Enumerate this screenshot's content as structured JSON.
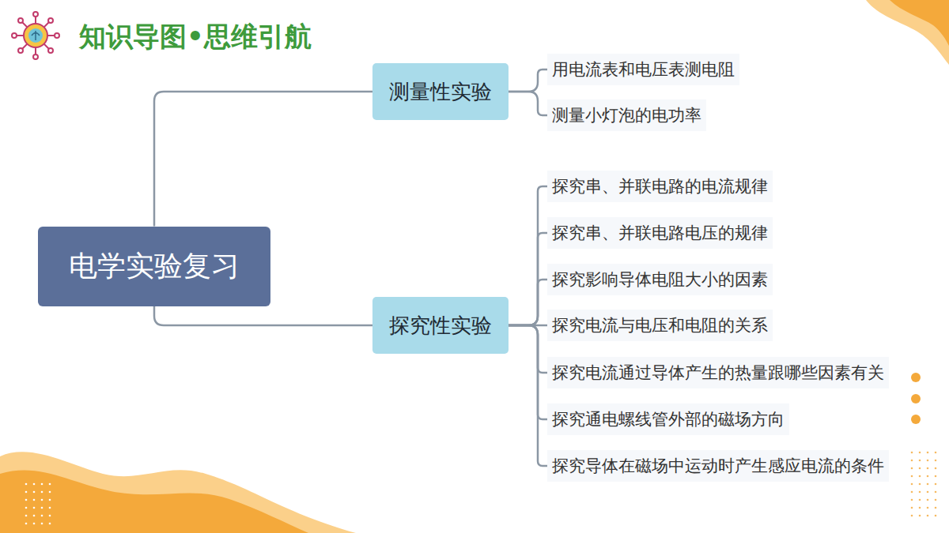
{
  "diagram": {
    "title": "知识导图•思维引航",
    "nodes": [
      {
        "text": [
          "电学实验复习"
        ]
      },
      {
        "text": [
          "测量性实验"
        ]
      },
      {
        "text": [
          "用电流表和电压表测电阻"
        ]
      },
      {
        "text": [
          "测量小灯泡的电功率"
        ]
      },
      {
        "text": [
          "探究性实验"
        ]
      },
      {
        "text": [
          "探究串、并联电路的电流规律"
        ]
      },
      {
        "text": [
          "探究串、并联电路电压的规律"
        ]
      },
      {
        "text": [
          "探究影响导体电阻大小的因素"
        ]
      },
      {
        "text": [
          "探究电流与电压和电阻的关系"
        ]
      },
      {
        "text": [
          "探究电流通过导体产生的热量跟哪些因素有关"
        ]
      },
      {
        "text": [
          "探究通电螺线管外部的磁场方向"
        ]
      },
      {
        "text": [
          "探究导体在磁场中运动时产生感应电流的条件"
        ]
      }
    ],
    "edges": [
      {
        "from": 0,
        "to": 1,
        "arrow": "none"
      },
      {
        "from": 0,
        "to": 4,
        "arrow": "none"
      },
      {
        "from": 1,
        "to": 2,
        "arrow": "none"
      },
      {
        "from": 1,
        "to": 3,
        "arrow": "none"
      },
      {
        "from": 4,
        "to": 5,
        "arrow": "none"
      },
      {
        "from": 4,
        "to": 6,
        "arrow": "none"
      },
      {
        "from": 4,
        "to": 7,
        "arrow": "none"
      },
      {
        "from": 4,
        "to": 8,
        "arrow": "none"
      },
      {
        "from": 4,
        "to": 9,
        "arrow": "none"
      },
      {
        "from": 4,
        "to": 10,
        "arrow": "none"
      },
      {
        "from": 4,
        "to": 11,
        "arrow": "none"
      }
    ]
  }
}
